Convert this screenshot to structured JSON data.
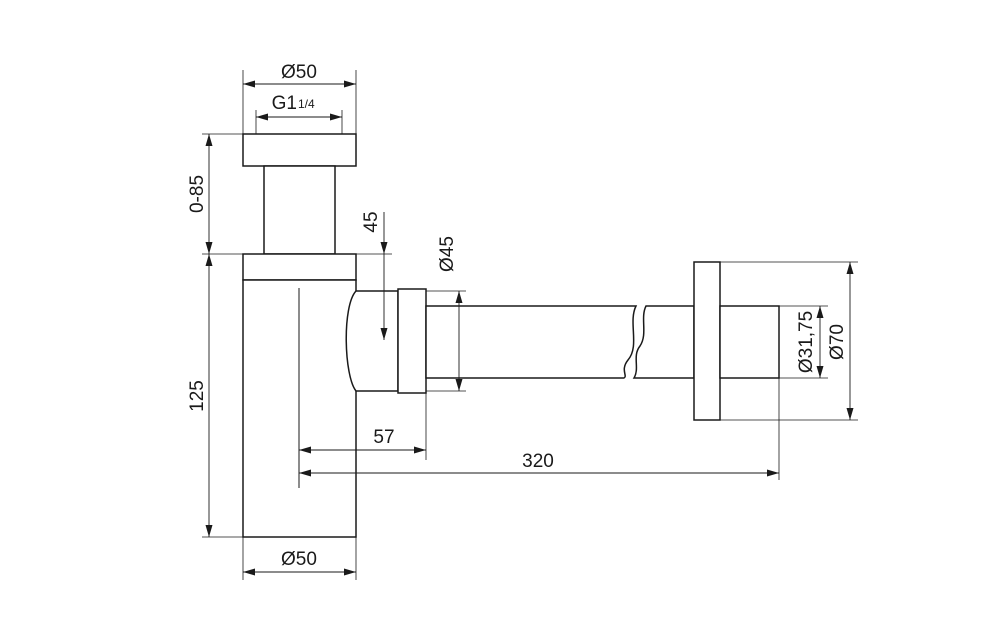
{
  "dimensions": {
    "cap_diameter": "Ø50",
    "thread_main": "G1",
    "thread_fraction": "1/4",
    "height_adjust": "0-85",
    "outlet_offset": "45",
    "outlet_diameter": "Ø45",
    "body_height": "125",
    "outlet_depth": "57",
    "pipe_length": "320",
    "pipe_diameter": "Ø31,75",
    "rosette_diameter": "Ø70",
    "body_diameter": "Ø50"
  }
}
